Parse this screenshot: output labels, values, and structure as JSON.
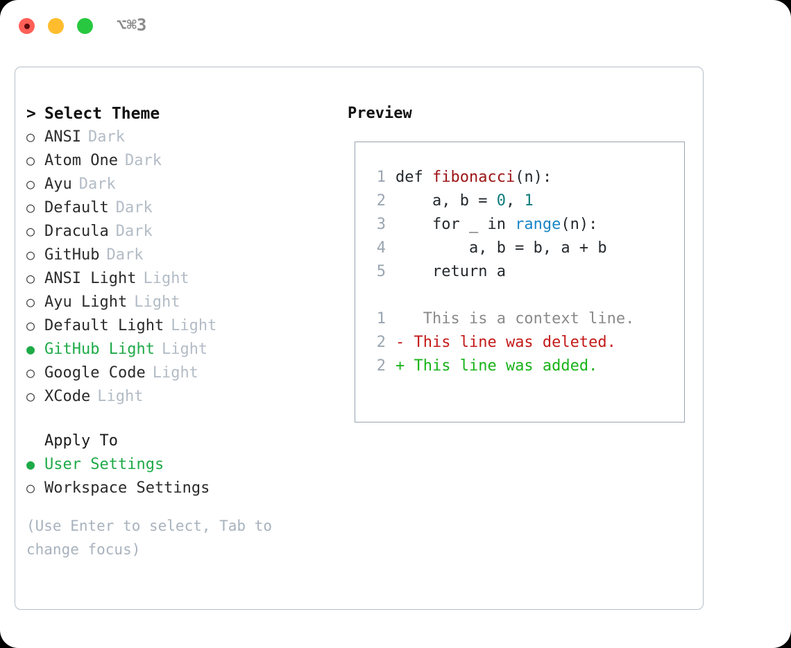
{
  "titlebar": {
    "shortcut": "⌥⌘3",
    "lights": [
      {
        "name": "close",
        "color": "#ff5f57"
      },
      {
        "name": "minimize",
        "color": "#ffbd2e"
      },
      {
        "name": "maximize",
        "color": "#28c840"
      }
    ]
  },
  "colors": {
    "accent_green": "#1faa48",
    "added_green": "#18b318",
    "deleted_red": "#c41a1a",
    "tag_gray": "#b3bcc6",
    "hint_gray": "#a8b2bd",
    "line_number": "#9aa5b1",
    "panel_border": "#b6bfca",
    "code_border": "#97a3b0"
  },
  "theme_list": {
    "prompt": ">",
    "title": "Select Theme",
    "bullet_selected": "●",
    "bullet_unselected": "○",
    "items": [
      {
        "label": "ANSI",
        "tag": "Dark",
        "selected": false
      },
      {
        "label": "Atom One",
        "tag": "Dark",
        "selected": false
      },
      {
        "label": "Ayu",
        "tag": "Dark",
        "selected": false
      },
      {
        "label": "Default",
        "tag": "Dark",
        "selected": false
      },
      {
        "label": "Dracula",
        "tag": "Dark",
        "selected": false
      },
      {
        "label": "GitHub",
        "tag": "Dark",
        "selected": false
      },
      {
        "label": "ANSI Light",
        "tag": "Light",
        "selected": false
      },
      {
        "label": "Ayu Light",
        "tag": "Light",
        "selected": false
      },
      {
        "label": "Default Light",
        "tag": "Light",
        "selected": false
      },
      {
        "label": "GitHub Light",
        "tag": "Light",
        "selected": true
      },
      {
        "label": "Google Code",
        "tag": "Light",
        "selected": false
      },
      {
        "label": "XCode",
        "tag": "Light",
        "selected": false
      }
    ]
  },
  "apply_to": {
    "title": "Apply To",
    "options": [
      {
        "label": "User Settings",
        "selected": true
      },
      {
        "label": "Workspace Settings",
        "selected": false
      }
    ]
  },
  "hint": "(Use Enter to select, Tab to change focus)",
  "preview": {
    "title": "Preview",
    "code_lines": [
      {
        "num": "1",
        "segments": [
          {
            "text": "def ",
            "style": "plain"
          },
          {
            "text": "fibonacci",
            "style": "fn"
          },
          {
            "text": "(n):",
            "style": "plain"
          }
        ]
      },
      {
        "num": "2",
        "segments": [
          {
            "text": "    a, b = ",
            "style": "plain"
          },
          {
            "text": "0",
            "style": "num"
          },
          {
            "text": ", ",
            "style": "plain"
          },
          {
            "text": "1",
            "style": "num"
          }
        ]
      },
      {
        "num": "3",
        "segments": [
          {
            "text": "    for _ in ",
            "style": "plain"
          },
          {
            "text": "range",
            "style": "call"
          },
          {
            "text": "(n):",
            "style": "plain"
          }
        ]
      },
      {
        "num": "4",
        "segments": [
          {
            "text": "        a, b = b, a + b",
            "style": "plain"
          }
        ]
      },
      {
        "num": "5",
        "segments": [
          {
            "text": "    return a",
            "style": "plain"
          }
        ]
      }
    ],
    "diff_lines": [
      {
        "num": "1",
        "marker": " ",
        "text": "  This is a context line.",
        "kind": "context"
      },
      {
        "num": "2",
        "marker": "-",
        "text": " This line was deleted.",
        "kind": "deleted"
      },
      {
        "num": "2",
        "marker": "+",
        "text": " This line was added.",
        "kind": "added"
      }
    ]
  }
}
